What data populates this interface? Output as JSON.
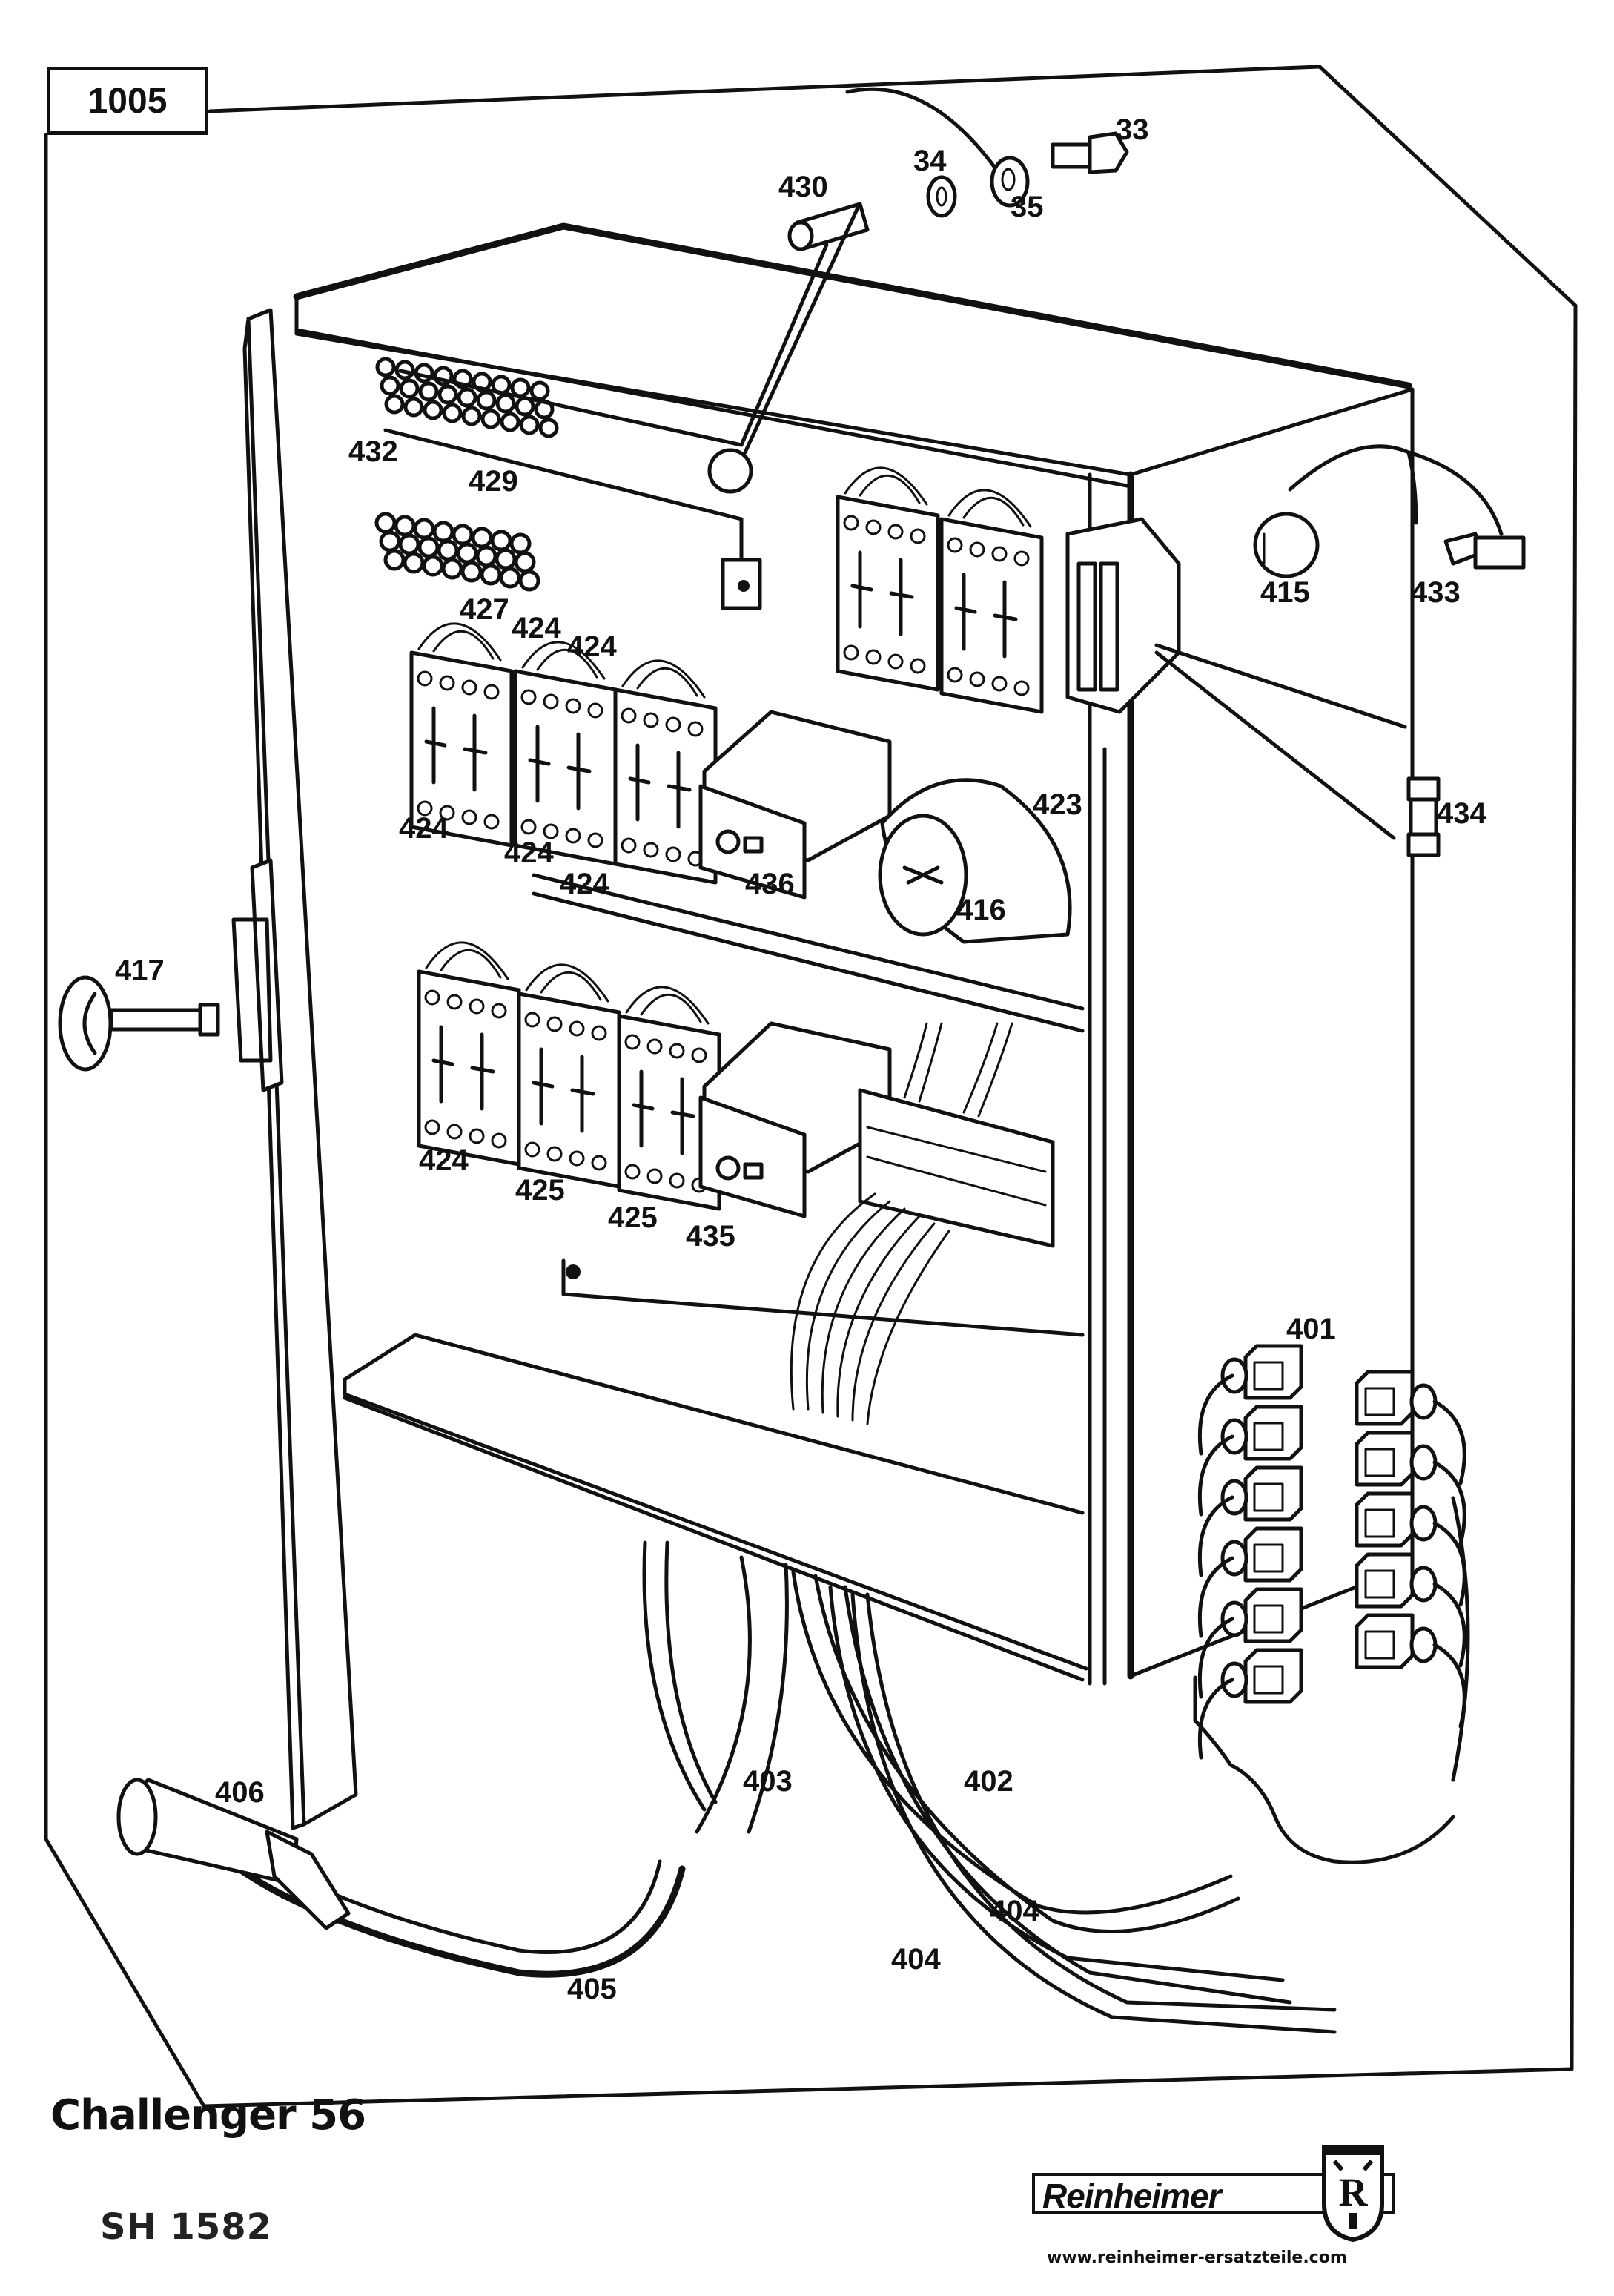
{
  "sheet": {
    "number": "1005",
    "model": "Challenger 56",
    "drawing_number": "SH 1582"
  },
  "brand": {
    "name": "Reinheimer",
    "emblem_letter": "R",
    "website": "www.reinheimer-ersatzteile.com"
  },
  "callouts": [
    {
      "id": "c33",
      "label": "33",
      "part": "screw"
    },
    {
      "id": "c34",
      "label": "34",
      "part": "lock-washer"
    },
    {
      "id": "c35",
      "label": "35",
      "part": "ground-lead"
    },
    {
      "id": "c430",
      "label": "430",
      "part": "fuse"
    },
    {
      "id": "c432",
      "label": "432",
      "part": "terminal-block"
    },
    {
      "id": "c429",
      "label": "429",
      "part": "fuse-holder"
    },
    {
      "id": "c427",
      "label": "427",
      "part": "switch-module"
    },
    {
      "id": "c424a",
      "label": "424",
      "part": "contactor"
    },
    {
      "id": "c424b",
      "label": "424",
      "part": "contactor"
    },
    {
      "id": "c415",
      "label": "415",
      "part": "indicator-lens"
    },
    {
      "id": "c433",
      "label": "433",
      "part": "bulb"
    },
    {
      "id": "c434",
      "label": "434",
      "part": "fuse"
    },
    {
      "id": "c424c",
      "label": "424",
      "part": "contactor"
    },
    {
      "id": "c424d",
      "label": "424",
      "part": "contactor"
    },
    {
      "id": "c424e",
      "label": "424",
      "part": "contactor"
    },
    {
      "id": "c423",
      "label": "423",
      "part": "main-switch"
    },
    {
      "id": "c436",
      "label": "436",
      "part": "overload-relay"
    },
    {
      "id": "c416",
      "label": "416",
      "part": "switch-knob"
    },
    {
      "id": "c417",
      "label": "417",
      "part": "cabinet-key"
    },
    {
      "id": "c424f",
      "label": "424",
      "part": "contactor"
    },
    {
      "id": "c425a",
      "label": "425",
      "part": "contactor"
    },
    {
      "id": "c425b",
      "label": "425",
      "part": "contactor"
    },
    {
      "id": "c435",
      "label": "435",
      "part": "overload-relay"
    },
    {
      "id": "c401",
      "label": "401",
      "part": "valve-plug"
    },
    {
      "id": "c406",
      "label": "406",
      "part": "cee-plug"
    },
    {
      "id": "c403",
      "label": "403",
      "part": "cable"
    },
    {
      "id": "c402",
      "label": "402",
      "part": "cable"
    },
    {
      "id": "c404a",
      "label": "404",
      "part": "cable"
    },
    {
      "id": "c404b",
      "label": "404",
      "part": "cable"
    },
    {
      "id": "c405",
      "label": "405",
      "part": "supply-cable"
    }
  ]
}
